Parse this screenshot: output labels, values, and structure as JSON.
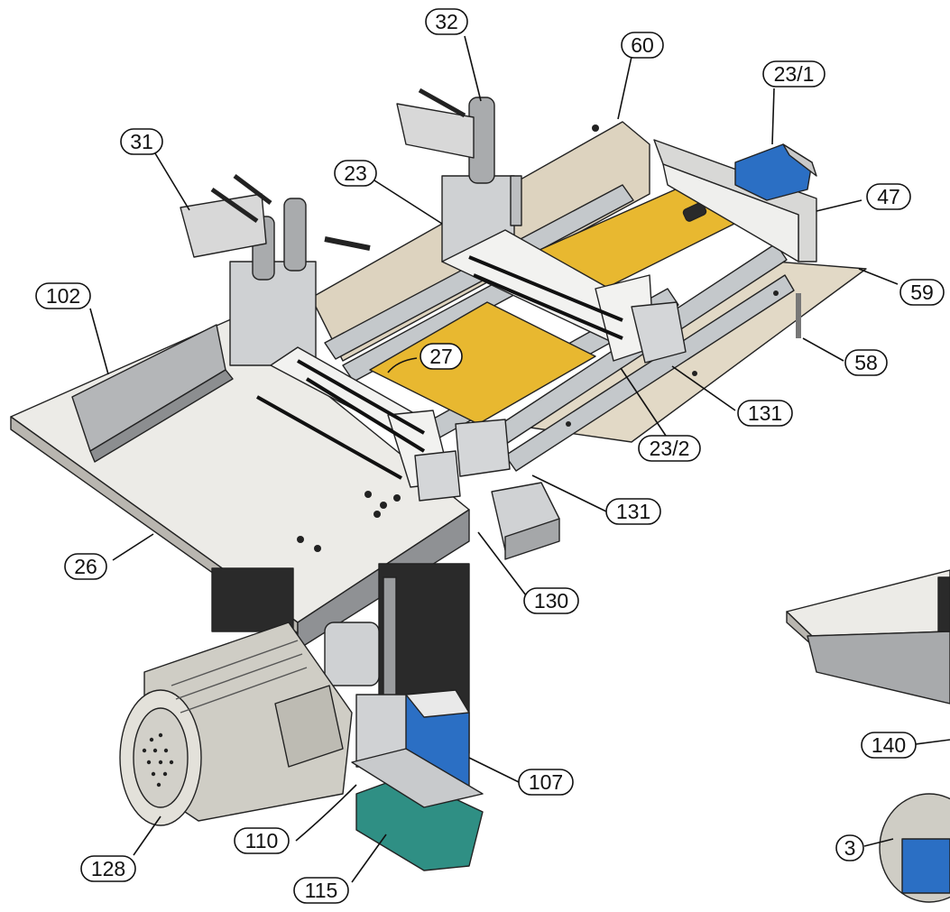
{
  "diagram": {
    "callouts": [
      {
        "id": "c32",
        "label": "32"
      },
      {
        "id": "c60",
        "label": "60"
      },
      {
        "id": "c231",
        "label": "23/1"
      },
      {
        "id": "c31",
        "label": "31"
      },
      {
        "id": "c23",
        "label": "23"
      },
      {
        "id": "c47",
        "label": "47"
      },
      {
        "id": "c102",
        "label": "102"
      },
      {
        "id": "c59",
        "label": "59"
      },
      {
        "id": "c58",
        "label": "58"
      },
      {
        "id": "c27",
        "label": "27"
      },
      {
        "id": "c131a",
        "label": "131"
      },
      {
        "id": "c232",
        "label": "23/2"
      },
      {
        "id": "c131b",
        "label": "131"
      },
      {
        "id": "c26",
        "label": "26"
      },
      {
        "id": "c130",
        "label": "130"
      },
      {
        "id": "c107",
        "label": "107"
      },
      {
        "id": "c140",
        "label": "140"
      },
      {
        "id": "c110",
        "label": "110"
      },
      {
        "id": "c128",
        "label": "128"
      },
      {
        "id": "c3",
        "label": "3"
      },
      {
        "id": "c115",
        "label": "115"
      }
    ],
    "colors": {
      "table": "#e9e6e0",
      "table_edge": "#b9b6b0",
      "rear_plate": "#ddd3bf",
      "yellow": "#e8b830",
      "blue": "#2b6fc4",
      "teal": "#2f8f84",
      "roller": "#bfc3c6",
      "dark": "#2a2a2a",
      "grey": "#9a9c9e"
    }
  }
}
